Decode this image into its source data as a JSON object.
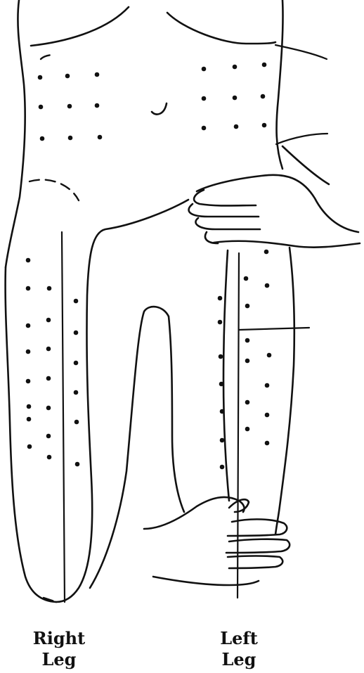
{
  "labels": {
    "right_leg": [
      "Right",
      "Leg"
    ],
    "left_leg": [
      "Left",
      "Leg"
    ]
  },
  "colors": {
    "ink": "#111111",
    "background": "#ffffff"
  }
}
